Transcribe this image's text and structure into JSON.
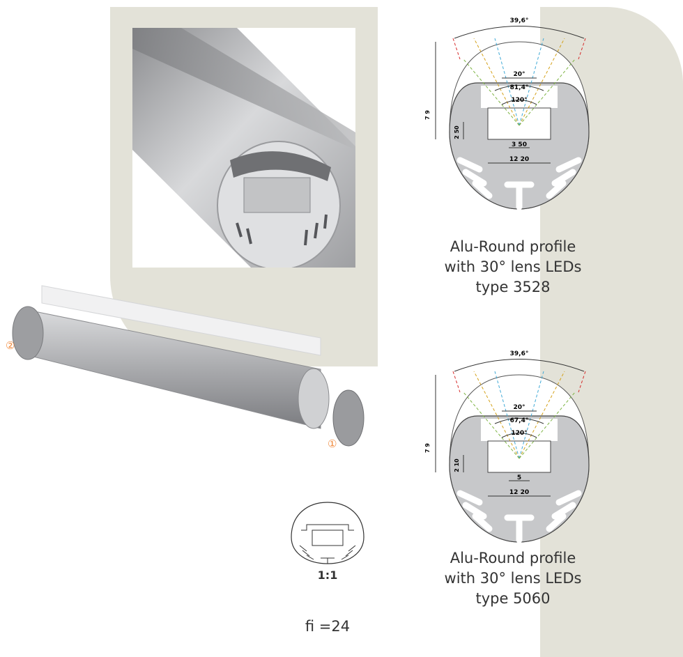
{
  "profile_a": {
    "angle_top": "39,6°",
    "angle_a": "20°",
    "angle_b": "81,4°",
    "angle_c": "120°",
    "dim_height": "7 9",
    "dim_small": "2 50",
    "dim_led": "3 50",
    "dim_width": "12 20",
    "caption": [
      "Alu-Round profile",
      "with 30° lens LEDs",
      "type 3528"
    ]
  },
  "profile_b": {
    "angle_top": "39,6°",
    "angle_a": "20°",
    "angle_b": "67,4°",
    "angle_c": "120°",
    "dim_height": "7 9",
    "dim_small": "2 10",
    "dim_led": "5",
    "dim_width": "12 20",
    "caption": [
      "Alu-Round profile",
      "with 30° lens LEDs",
      "type 5060"
    ]
  },
  "small_profile": {
    "scale": "1:1",
    "diameter": "fi =24"
  },
  "assembly": {
    "part_1": "①",
    "part_2": "②"
  },
  "colors": {
    "background_panel": "#e3e2d8",
    "profile_fill": "#c7c8ca",
    "accent_orange": "#f08a3c"
  }
}
